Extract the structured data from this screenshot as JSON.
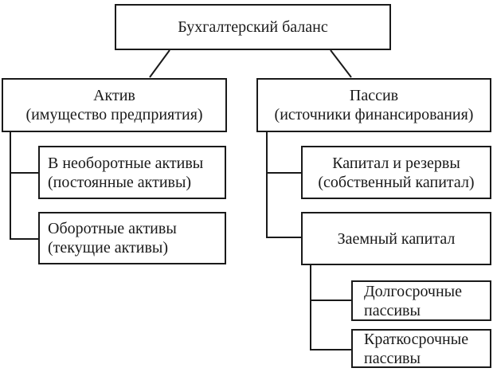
{
  "diagram": {
    "type": "hierarchy-flowchart",
    "colors": {
      "line": "#1a1a1a",
      "text": "#1a1a1a",
      "background": "#ffffff"
    },
    "nodes": {
      "balance": {
        "line1": "Бухгалтерский баланс"
      },
      "assets": {
        "line1": "Актив",
        "line2": "(имущество предприятия)"
      },
      "liabilities": {
        "line1": "Пассив",
        "line2": "(источники финансирования)"
      },
      "noncurrent_assets": {
        "line1": "В необоротные активы",
        "line2": "(постоянные активы)"
      },
      "current_assets": {
        "line1": "Оборотные активы",
        "line2": "(текущие активы)"
      },
      "capital_reserves": {
        "line1": "Капитал и резервы",
        "line2": "(собственный капитал)"
      },
      "borrowed_capital": {
        "line1": "Заемный капитал"
      },
      "longterm_liabilities": {
        "line1": "Долгосрочные",
        "line2": "пассивы"
      },
      "shortterm_liabilities": {
        "line1": "Краткосрочные",
        "line2": "пассивы"
      }
    }
  }
}
